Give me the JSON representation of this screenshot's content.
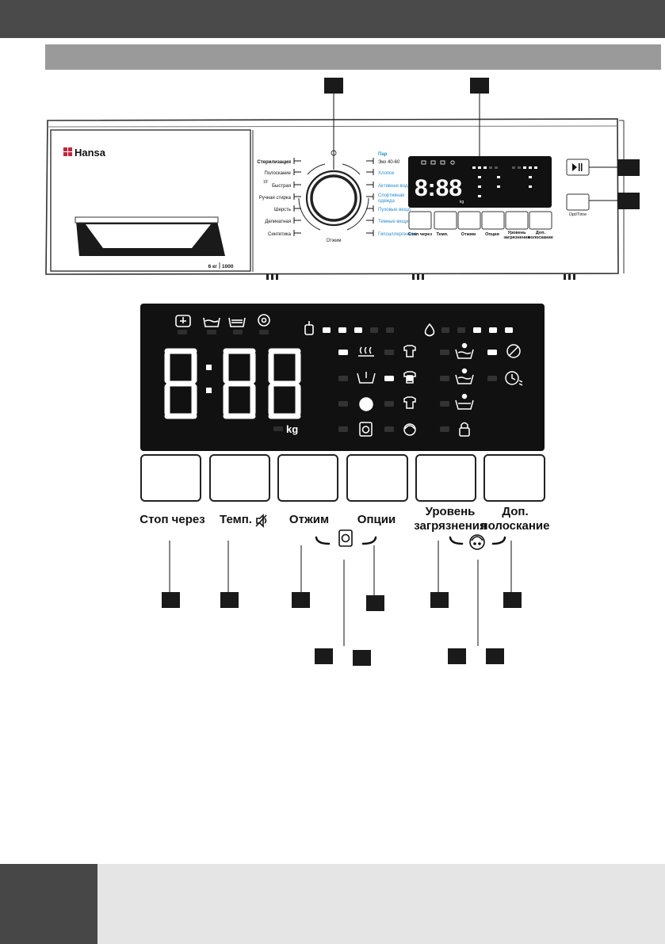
{
  "brand": "Hansa",
  "capacity": "6 кг",
  "spin_speed": "1000",
  "programs_left": [
    "Стерилизация",
    "Полоскание",
    "Быстрая",
    "Ручная стирка",
    "Шерсть",
    "Деликатная",
    "Синтетика"
  ],
  "quick_minutes": "15'",
  "programs_right": [
    "Пар",
    "Эко 40-60",
    "Хлопок",
    "Активная вода",
    "Спортивная",
    "одежда",
    "Пуховые вещи",
    "Темные вещи",
    "Гипоаллергенная"
  ],
  "dial_label": "Отжим",
  "small_buttons": [
    "Стоп через",
    "Темп.",
    "Отжим",
    "Опции",
    "Уровень",
    "загрязнения",
    "Доп.",
    "полоскание"
  ],
  "small_kg": "kg",
  "small_opt_time": "Opt/Time",
  "display_digits": "8:88",
  "display_kg": "kg",
  "big_labels": {
    "stop": "Стоп через",
    "temp": "Темп.",
    "spin": "Отжим",
    "options": "Опции",
    "soil_1": "Уровень",
    "soil_2": "загрязнения",
    "rinse_1": "Доп.",
    "rinse_2": "полоскание"
  },
  "colors": {
    "topbar": "#4a4a4a",
    "section_bar": "#9a9a9a",
    "display_bg": "#111111",
    "accent_blue": "#2a8fd0",
    "callout": "#1a1a1a",
    "footer_dark": "#474747",
    "footer_light": "#e5e5e5"
  },
  "icons": [
    "hansa-logo-icon",
    "prewash-icon",
    "wash-icon",
    "rinse-icon",
    "spin-icon",
    "temperature-icon",
    "water-drop-icon",
    "steam-icon",
    "shirt-icon",
    "sport-icon",
    "down-icon",
    "drum-icon",
    "baby-icon",
    "lock-icon",
    "soil-icon",
    "no-spin-icon",
    "timer-icon",
    "sound-icon",
    "play-pause-icon"
  ]
}
